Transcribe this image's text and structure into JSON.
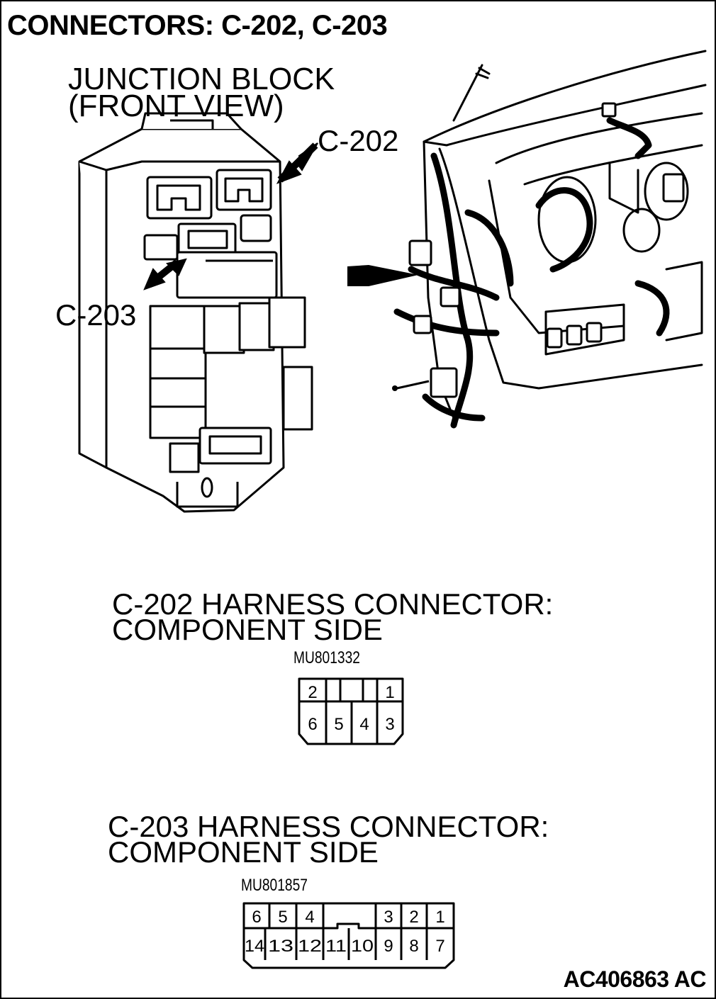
{
  "title": "CONNECTORS: C-202, C-203",
  "junction_block": {
    "line1": "JUNCTION BLOCK",
    "line2": "(FRONT VIEW)"
  },
  "callouts": {
    "c202": "C-202",
    "c203": "C-203"
  },
  "connector_c202": {
    "heading_line1": "C-202 HARNESS CONNECTOR:",
    "heading_line2": "COMPONENT SIDE",
    "part_number": "MU801332",
    "pins_top": [
      "2",
      "",
      "1"
    ],
    "pins_bottom": [
      "6",
      "5",
      "4",
      "3"
    ]
  },
  "connector_c203": {
    "heading_line1": "C-203 HARNESS CONNECTOR:",
    "heading_line2": "COMPONENT SIDE",
    "part_number": "MU801857",
    "pins_top": [
      "6",
      "5",
      "4",
      "3",
      "2",
      "1"
    ],
    "pins_bottom": [
      "14",
      "13",
      "12",
      "11",
      "10",
      "9",
      "8",
      "7"
    ]
  },
  "figure_code": "AC406863 AC"
}
